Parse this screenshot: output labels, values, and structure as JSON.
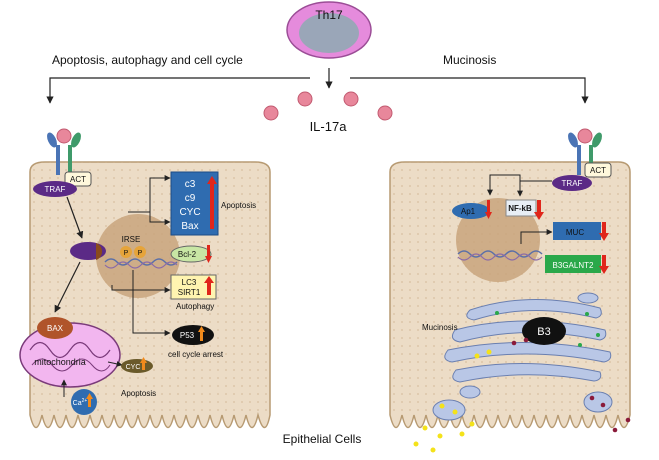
{
  "top": {
    "cell_label": "Th17",
    "cytokine_label": "IL-17a"
  },
  "left_title": "Apoptosis, autophagy and cell cycle",
  "right_title": "Mucinosis",
  "bottom_label": "Epithelial Cells",
  "left_cell": {
    "act": "ACT",
    "traf": "TRAF",
    "irse": "IRSE",
    "p": "P",
    "apoptosis_box": [
      "c3",
      "c9",
      "CYC",
      "Bax"
    ],
    "apoptosis_label": "Apoptosis",
    "bcl2": "Bcl-2",
    "autophagy_box": [
      "LC3",
      "SIRT1"
    ],
    "autophagy_label": "Autophagy",
    "p53": "P53",
    "cell_cycle_label": "cell cycle arrest",
    "bax": "BAX",
    "mitochondria": "mitochondria",
    "cyc": "CYC",
    "ca": "Ca",
    "ca_sup": "2+",
    "apoptosis_bottom": "Apoptosis"
  },
  "right_cell": {
    "act": "ACT",
    "traf": "TRAF",
    "ap1": "Ap1",
    "nfkb": "NF-kB",
    "muc": "MUC",
    "b3galnt2": "B3GALNT2",
    "mucinosis": "Mucinosis",
    "b3": "B3"
  },
  "colors": {
    "th17_ring": "#e58bdc",
    "th17_core": "#9aa6b8",
    "cell_fill": "#ecdcc6",
    "cell_stroke": "#b79a72",
    "nucleus": "#c9a47c",
    "traf": "#5b2a86",
    "blue_box": "#2f6cb0",
    "green_box": "#2aa84a",
    "bax": "#b0542a",
    "mito": "#f2b6ef",
    "red_arrow": "#e0261b",
    "orange_arrow": "#f08a1c",
    "ligand": "#e8879b",
    "golgi": "#b9c7e6"
  }
}
